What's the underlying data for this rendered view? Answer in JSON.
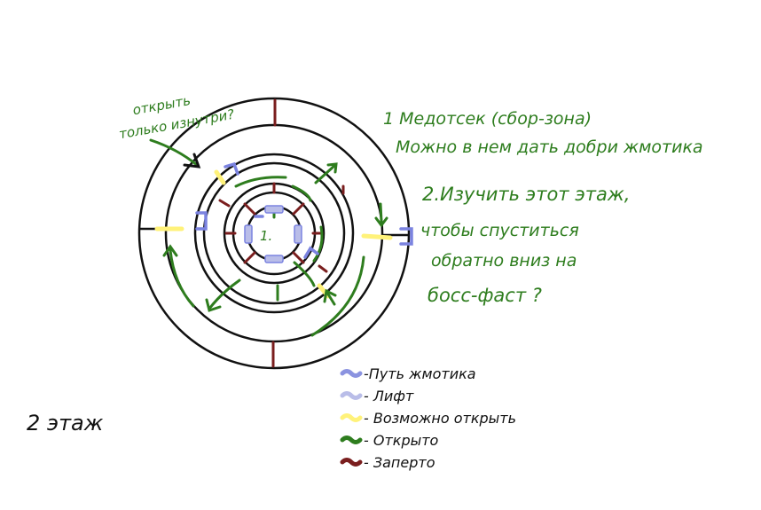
{
  "floor_label": "2 этаж",
  "room_number": "1.",
  "top_left_note": {
    "line1": "открыть",
    "line2": "только изнутри?"
  },
  "note1": {
    "line1": "1 Медотсек (сбор-зона)",
    "line2": "Можно в нем дать добри жмотика"
  },
  "note2": {
    "line1": "2.Изучить этот этаж,",
    "line2": "чтобы спуститься",
    "line3": "обратно вниз на",
    "line4": "босс-фаст ?"
  },
  "legend": [
    {
      "label": "-Путь жмотика",
      "color": "#8b93e0",
      "icon": "swatch"
    },
    {
      "label": "- Лифт",
      "color": "#b9bde8",
      "icon": "swatch"
    },
    {
      "label": "- Возможно открыть",
      "color": "#fff27a",
      "icon": "swatch"
    },
    {
      "label": "- Открыто",
      "color": "#2e7d1e",
      "icon": "swatch"
    },
    {
      "label": "- Заперто",
      "color": "#7a1e1e",
      "icon": "swatch"
    }
  ],
  "colors": {
    "ink": "#111111",
    "green": "#2e7d1e",
    "locked": "#7a1e1e",
    "maybe": "#fff27a",
    "path": "#7b83e0",
    "elevator": "#b9bde8"
  }
}
